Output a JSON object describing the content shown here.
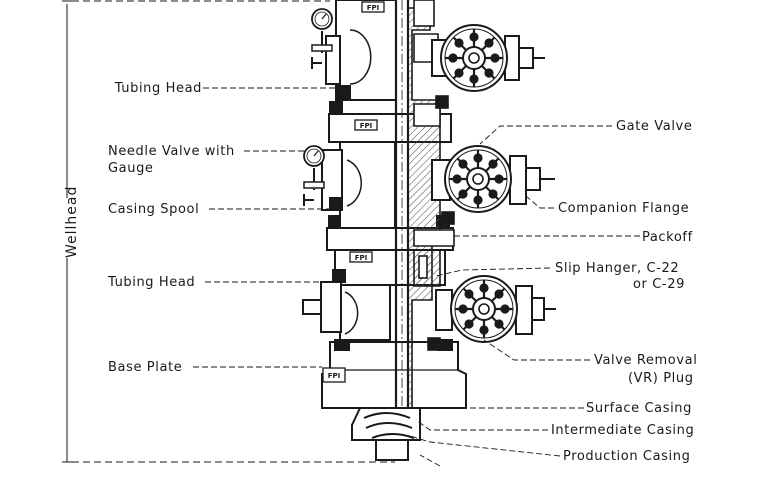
{
  "dimension_label": "Wellhead",
  "left_labels": [
    {
      "id": "tubing-head-upper",
      "text": "Tubing Head"
    },
    {
      "id": "needle-valve-1",
      "text": "Needle Valve with"
    },
    {
      "id": "needle-valve-2",
      "text": "Gauge"
    },
    {
      "id": "casing-spool",
      "text": "Casing Spool"
    },
    {
      "id": "tubing-head-lower",
      "text": "Tubing Head"
    },
    {
      "id": "base-plate",
      "text": "Base Plate"
    }
  ],
  "right_labels": [
    {
      "id": "gate-valve",
      "text": "Gate Valve"
    },
    {
      "id": "companion-flange",
      "text": "Companion Flange"
    },
    {
      "id": "packoff",
      "text": "Packoff"
    },
    {
      "id": "slip-hanger-1",
      "text": "Slip Hanger, C-22"
    },
    {
      "id": "slip-hanger-2",
      "text": "or C-29"
    },
    {
      "id": "valve-removal-1",
      "text": "Valve Removal"
    },
    {
      "id": "valve-removal-2",
      "text": "(VR) Plug"
    },
    {
      "id": "surface-casing",
      "text": "Surface Casing"
    },
    {
      "id": "intermediate-casing",
      "text": "Intermediate Casing"
    },
    {
      "id": "production-casing",
      "text": "Production Casing"
    }
  ],
  "nameplate_text": "FPI",
  "colors": {
    "line": "#1a1a1a",
    "hatch": "#555555",
    "background": "#ffffff"
  }
}
